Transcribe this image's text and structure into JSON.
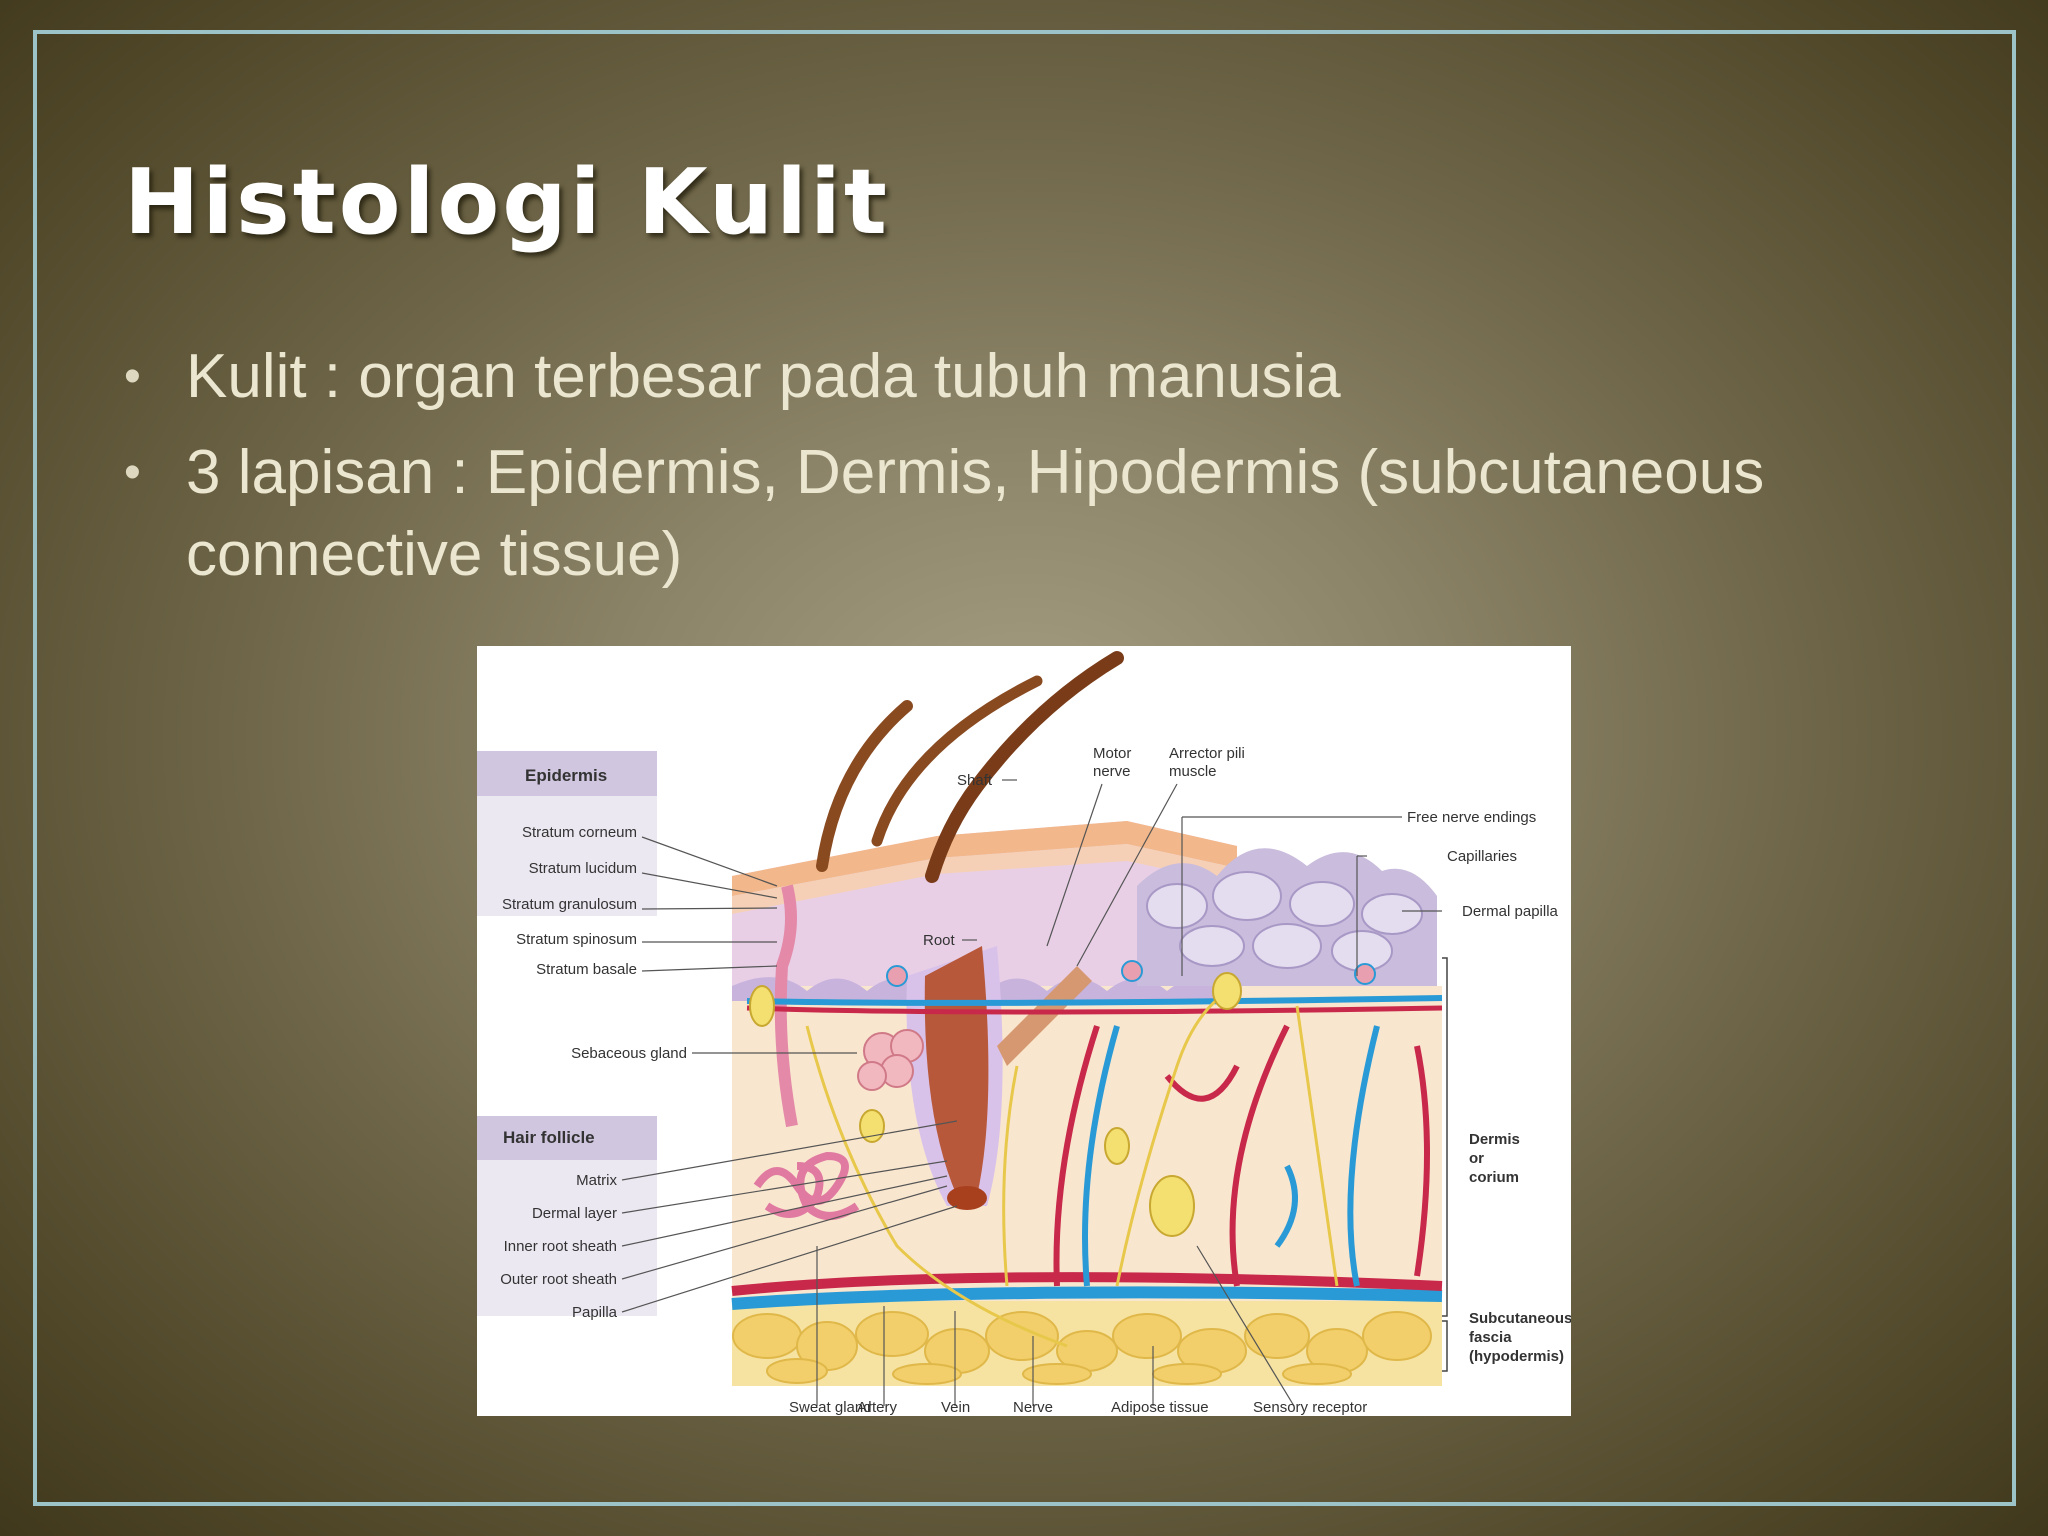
{
  "slide": {
    "title": "Histologi Kulit",
    "bullets": [
      "Kulit : organ terbesar pada tubuh manusia",
      "3 lapisan : Epidermis, Dermis, Hipodermis (subcutaneous connective tissue)"
    ]
  },
  "figure": {
    "epidermis_header": "Epidermis",
    "epidermis_layers": [
      "Stratum corneum",
      "Stratum lucidum",
      "Stratum granulosum",
      "Stratum spinosum",
      "Stratum basale"
    ],
    "sebaceous_gland": "Sebaceous gland",
    "hair_follicle_header": "Hair follicle",
    "hair_follicle_parts": [
      "Matrix",
      "Dermal layer",
      "Inner root sheath",
      "Outer root sheath",
      "Papilla"
    ],
    "shaft": "Shaft",
    "root": "Root",
    "motor_nerve": [
      "Motor",
      "nerve"
    ],
    "arrector_pili": [
      "Arrector pili",
      "muscle"
    ],
    "free_nerve_endings": "Free nerve endings",
    "capillaries": "Capillaries",
    "dermal_papilla": "Dermal papilla",
    "dermis_label": [
      "Dermis",
      "or",
      "corium"
    ],
    "subcutaneous_label": [
      "Subcutaneous",
      "fascia",
      "(hypodermis)"
    ],
    "bottom_labels": [
      "Sweat gland",
      "Artery",
      "Vein",
      "Nerve",
      "Adipose tissue",
      "Sensory receptor"
    ]
  },
  "colors": {
    "frame": "#9cc4c8",
    "title": "#ffffff",
    "bullet_text": "#ebe6cf",
    "artery": "#c8284a",
    "vein": "#2a9ad6",
    "nerve": "#e8c84a",
    "fat": "#f2cf6a"
  }
}
